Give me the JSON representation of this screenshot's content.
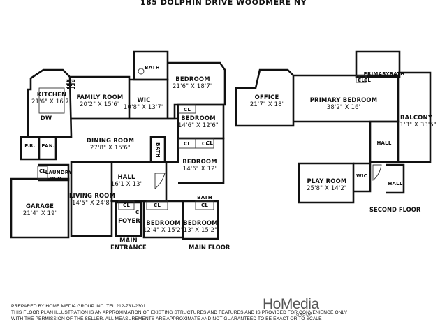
{
  "title": "185 DOLPHIN DRIVE WOODMERE NY",
  "main_floor": {
    "label": "MAIN FLOOR",
    "rooms": [
      {
        "id": "kitchen",
        "name": "KITCHEN",
        "dims": "21'6\" X 16'7\""
      },
      {
        "id": "dw",
        "name": "DW",
        "dims": ""
      },
      {
        "id": "family-room",
        "name": "FAMILY ROOM",
        "dims": "20'2\" X 15'6\""
      },
      {
        "id": "bath-top",
        "name": "BATH",
        "dims": ""
      },
      {
        "id": "wic",
        "name": "WIC",
        "dims": "10'8\" X 13'7\""
      },
      {
        "id": "bedroom-1",
        "name": "BEDROOM",
        "dims": "21'6\" X 18'7\""
      },
      {
        "id": "bedroom-2",
        "name": "BEDROOM",
        "dims": "14'6\" X 12'6\""
      },
      {
        "id": "dining-room",
        "name": "DINING ROOM",
        "dims": "27'8\" X 15'6\""
      },
      {
        "id": "pr",
        "name": "P.R.",
        "dims": ""
      },
      {
        "id": "pan",
        "name": "PAN.",
        "dims": ""
      },
      {
        "id": "bath-mid",
        "name": "BATH",
        "dims": ""
      },
      {
        "id": "bedroom-3",
        "name": "BEDROOM",
        "dims": "14'6\" X 12'"
      },
      {
        "id": "laundry",
        "name": "LAUNDRY",
        "dims": ""
      },
      {
        "id": "wd",
        "name": "W D",
        "dims": ""
      },
      {
        "id": "garage",
        "name": "GARAGE",
        "dims": "21'4\" X 19'"
      },
      {
        "id": "living-room",
        "name": "LIVING ROOM",
        "dims": "14'5\" X 24'8\""
      },
      {
        "id": "hall",
        "name": "HALL",
        "dims": "16'1 X 13'"
      },
      {
        "id": "foyer",
        "name": "FOYER",
        "dims": ""
      },
      {
        "id": "bedroom-4",
        "name": "BEDROOM",
        "dims": "12'4\" X 15'2\""
      },
      {
        "id": "bedroom-5",
        "name": "BEDROOM",
        "dims": "13' X 15'2\""
      },
      {
        "id": "bath-bottom",
        "name": "BATH",
        "dims": ""
      },
      {
        "id": "main-entrance",
        "name": "MAIN",
        "dims": "ENTRANCE"
      }
    ],
    "closets": [
      "CL",
      "CL",
      "CL",
      "CL",
      "CL",
      "CL",
      "CL",
      "CL",
      "CL"
    ],
    "ref": "REF",
    "ref2": "REF"
  },
  "second_floor": {
    "label": "SECOND FLOOR",
    "rooms": [
      {
        "id": "office",
        "name": "OFFICE",
        "dims": "21'7\" X 18'"
      },
      {
        "id": "primary-bath",
        "name": "PRIMARYBATH",
        "dims": ""
      },
      {
        "id": "primary-bedroom",
        "name": "PRIMARY BEDROOM",
        "dims": "38'2\" X 16'"
      },
      {
        "id": "balcony",
        "name": "BALCONY",
        "dims": "11'3\" X 33'5\""
      },
      {
        "id": "hall-2",
        "name": "HALL",
        "dims": ""
      },
      {
        "id": "play-room",
        "name": "PLAY ROOM",
        "dims": "25'8\" X 14'2\""
      },
      {
        "id": "wic-2",
        "name": "WIC",
        "dims": ""
      },
      {
        "id": "hall-3",
        "name": "HALL",
        "dims": ""
      },
      {
        "id": "cl-2",
        "name": "CL",
        "dims": ""
      },
      {
        "id": "cl-3",
        "name": "CL",
        "dims": ""
      }
    ]
  },
  "footer": {
    "line1": "PREPARED  BY  HOME MEDIA GROUP INC.  TEL 212-731-2301",
    "line2": "THIS FLOOR PLAN ILLUSTRATION IS AN APPROXIMATION OF EXISTING STRUCTURES AND FEATURES AND IS PROVIDED FOR CONVENIENCE ONLY",
    "line3": "WITH THE PERMISSION OF THE SELLER. ALL MEASUREMENTS ARE APPROXIMATE AND NOT GUARANTEED TO BE EXACT OR TO SCALE"
  },
  "logo": {
    "text": "HoMedia",
    "sub": "GROUP"
  }
}
